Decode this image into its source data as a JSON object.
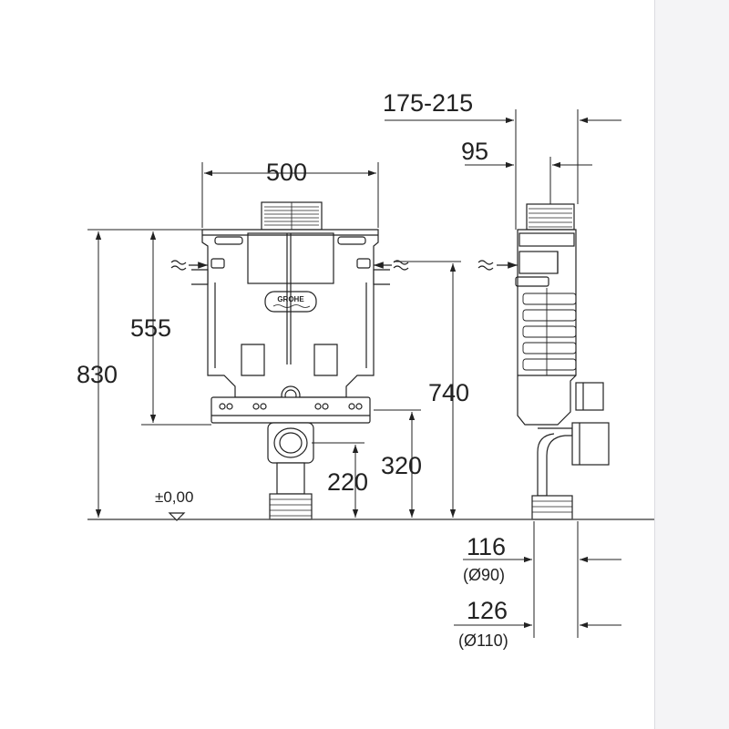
{
  "brand": "GROHE",
  "colors": {
    "line": "#222222",
    "fill": "#ffffff",
    "ground": "#555555",
    "strip": "#f4f4f6"
  },
  "dimensions": {
    "width_frame": "500",
    "height_total": "830",
    "height_tank": "555",
    "height_outlet": "740",
    "height_drain_axis": "320",
    "height_lower": "220",
    "depth_adjust": "175-215",
    "depth_frame": "95",
    "offset_90": "116",
    "pipe_90": "(Ø90)",
    "offset_110": "126",
    "pipe_110": "(Ø110)",
    "floor_level": "±0,00"
  }
}
